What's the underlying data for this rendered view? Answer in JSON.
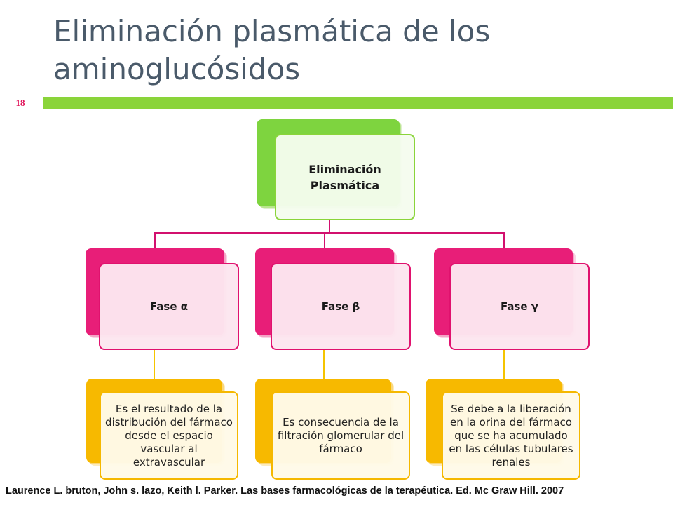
{
  "slide": {
    "title": "Eliminación plasmática de los aminoglucósidos",
    "number": "18",
    "accent_colors": {
      "green": "#8ad43a",
      "magenta": "#e81e78",
      "yellow": "#f7b900",
      "title_text": "#4a5a6a"
    }
  },
  "diagram": {
    "root": {
      "label": "Eliminación Plasmática"
    },
    "phases": [
      {
        "label": "Fase α",
        "description": "Es el resultado de la distribución del fármaco desde el espacio vascular al extravascular"
      },
      {
        "label": "Fase β",
        "description": "Es consecuencia de la filtración glomerular del fármaco"
      },
      {
        "label": "Fase γ",
        "description": "Se debe a la liberación en la orina del fármaco que se ha acumulado en las células tubulares renales"
      }
    ]
  },
  "reference": "Laurence L. bruton, John s. lazo, Keith l. Parker. Las bases farmacológicas de la terapéutica. Ed. Mc Graw Hill. 2007"
}
